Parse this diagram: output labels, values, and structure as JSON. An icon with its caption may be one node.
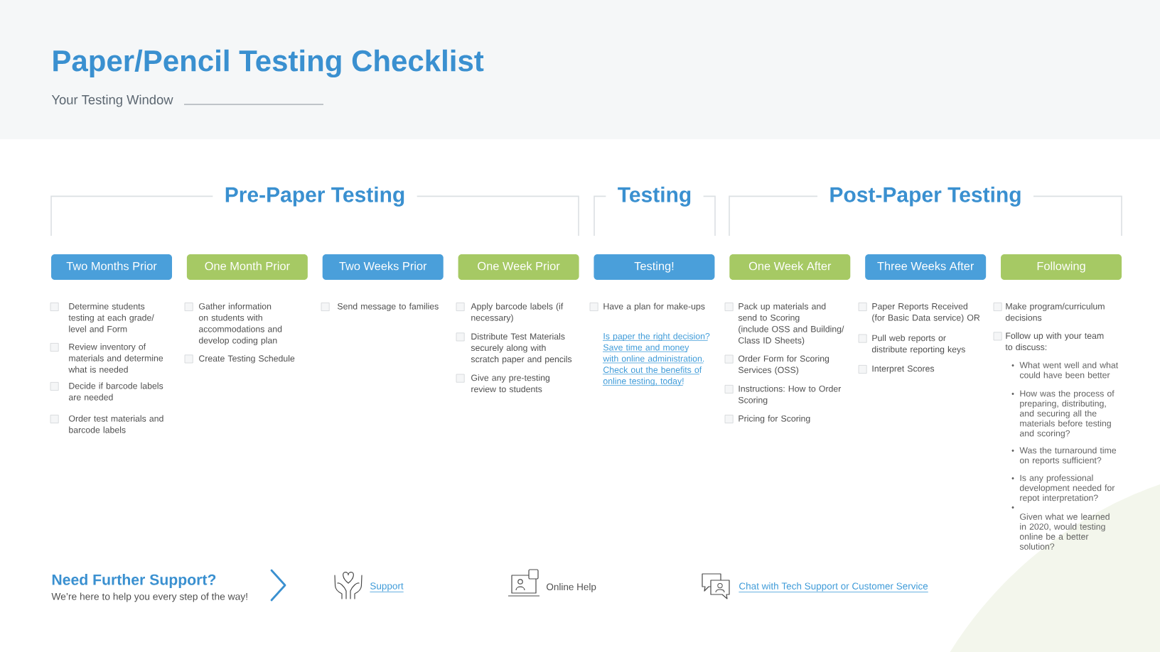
{
  "diagram": {
    "title": "Paper/Pencil Testing Checklist",
    "nodes": [
      {
        "text": [
          "Pre-Paper Testing"
        ]
      },
      {
        "text": [
          "Testing"
        ]
      },
      {
        "text": [
          "Post-Paper Testing"
        ]
      },
      {
        "text": [
          "Two Months Prior"
        ]
      },
      {
        "text": [
          "One Month Prior"
        ]
      },
      {
        "text": [
          "Two Weeks Prior"
        ]
      },
      {
        "text": [
          "One Week Prior"
        ]
      },
      {
        "text": [
          "Testing!"
        ]
      },
      {
        "text": [
          "One Week After"
        ]
      },
      {
        "text": [
          "Three Weeks After"
        ]
      },
      {
        "text": [
          "Following"
        ]
      }
    ],
    "labels": [
      "Your Testing Window",
      "Determine students testing at each grade/ level and Form",
      "Review inventory of materials and determine what is needed",
      "Decide if barcode labels are needed",
      "Order test materials and barcode labels",
      "Gather information on students with accommodations and develop coding plan",
      "Create Testing Schedule",
      "Send message to families",
      "Apply barcode labels (if necessary)",
      "Distribute Test Materials securely along with scratch paper and pencils",
      "Give any pre-testing review to students",
      "Have a plan for make-ups",
      "Is paper the right decision? Save time and money with online administration. Check out the benefits of online testing, today!",
      "Pack up materials and send to Scoring (include OSS and Building/ Class ID Sheets)",
      "Order Form for Scoring Services (OSS)",
      "Instructions: How to Order Scoring",
      "Pricing for Scoring",
      "Paper Reports Received (for Basic Data service) OR",
      "Pull web reports or distribute reporting keys",
      "Interpret Scores",
      "Make program/curriculum decisions",
      "Follow up with your team to discuss:",
      "What went well and what could have been better",
      "How was the process of preparing, distributing, and securing all the materials before testing and scoring?",
      "Was the turnaround time on reports sufficient?",
      "Is any professional development needed for repot interpretation?",
      "Given what we learned in 2020, would testing online be a better solution?",
      "Need Further Support?",
      "We’re here to help you every step of the way!",
      "Support",
      "Online Help",
      "Chat with Tech Support or Customer Service"
    ]
  }
}
